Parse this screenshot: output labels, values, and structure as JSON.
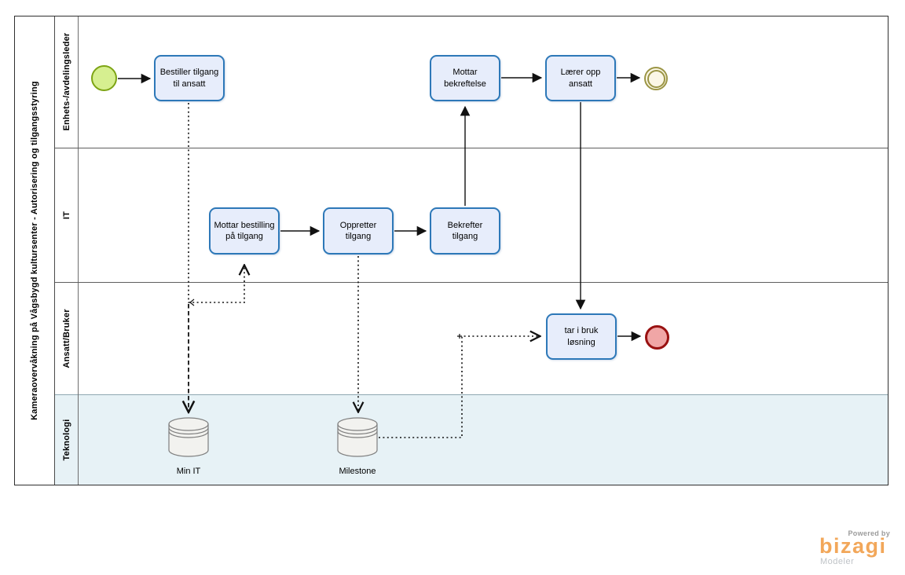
{
  "pool": {
    "title": "Kameraovervåkning på Vågsbygd kultursenter - Autorisering og tilgangsstyring"
  },
  "lanes": [
    {
      "label": "Enhets-/avdelingsleder"
    },
    {
      "label": "IT"
    },
    {
      "label": "Ansatt/Bruker"
    },
    {
      "label": "Teknologi"
    }
  ],
  "tasks": [
    {
      "label": "Bestiller tilgang til ansatt"
    },
    {
      "label": "Mottar bekreftelse"
    },
    {
      "label": "Lærer opp ansatt"
    },
    {
      "label": "Mottar bestilling på tilgang"
    },
    {
      "label": "Oppretter tilgang"
    },
    {
      "label": "Bekrefter tilgang"
    },
    {
      "label": "tar i bruk løsning"
    }
  ],
  "datastores": [
    {
      "label": "Min IT"
    },
    {
      "label": "Milestone"
    }
  ],
  "events": [
    {
      "name": "start-event"
    },
    {
      "name": "end-event-double-ring"
    },
    {
      "name": "end-event-terminate"
    }
  ],
  "branding": {
    "powered_by": "Powered by",
    "logo_text": "bizagi",
    "product": "Modeler"
  },
  "colors": {
    "task_fill": "#e7edfb",
    "task_border": "#2d78b8",
    "start_fill": "#d6ef90",
    "start_border": "#7da414",
    "end_ok_fill": "#fbf7e6",
    "end_ok_border": "#9b9545",
    "end_red_fill": "#f0a6a6",
    "end_red_border": "#991111",
    "lane_tech_fill": "#e7f2f6",
    "store_fill": "#f2f2ef",
    "store_border": "#7f7f7f",
    "logo_orange": "#f2a75a"
  }
}
